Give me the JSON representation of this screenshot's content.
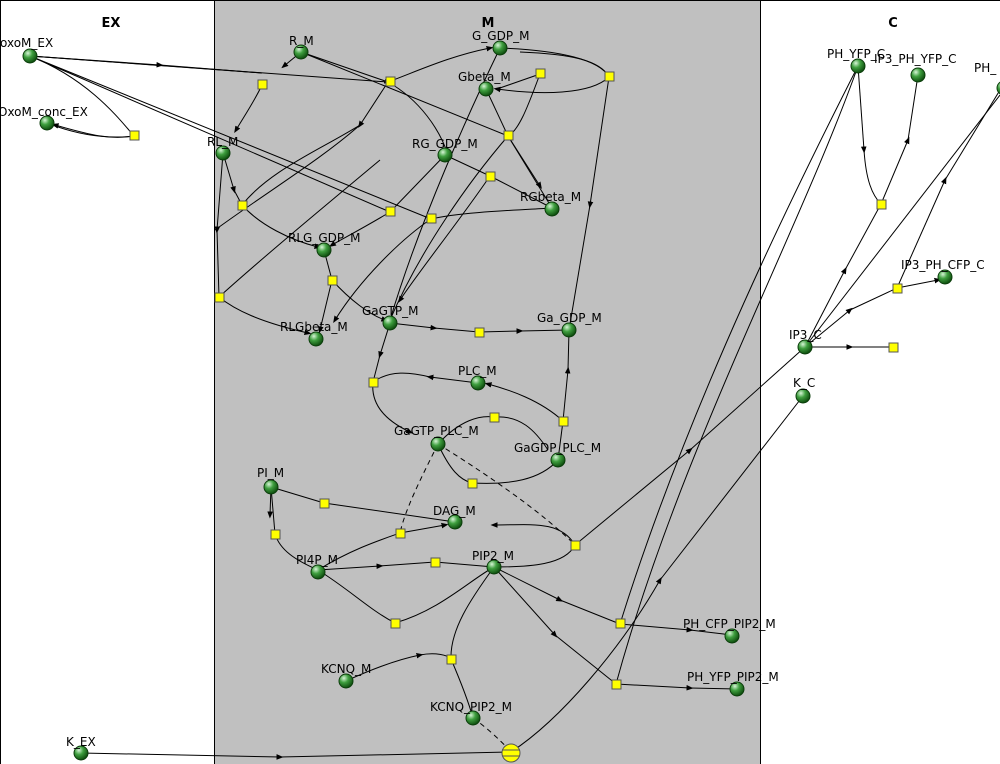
{
  "compartments": {
    "ex": "EX",
    "m": "M",
    "c": "C"
  },
  "species": {
    "oxom_ex": "oxoM_EX",
    "oxom_conc_ex": "OxoM_conc_EX",
    "k_ex": "K_EX",
    "r_m": "R_M",
    "g_gdp_m": "G_GDP_M",
    "gbeta_m": "Gbeta_M",
    "rl_m": "RL_M",
    "rg_gdp_m": "RG_GDP_M",
    "rgbeta_m": "RGbeta_M",
    "rlg_gdp_m": "RLG_GDP_M",
    "gagtp_m": "GaGTP_M",
    "rlgbeta_m": "RLGbeta_M",
    "ga_gdp_m": "Ga_GDP_M",
    "plc_m": "PLC_M",
    "gagtp_plc_m": "GaGTP_PLC_M",
    "gagdp_plc_m": "GaGDP_PLC_M",
    "pi_m": "PI_M",
    "dag_m": "DAG_M",
    "pi4p_m": "PI4P_M",
    "pip2_m": "PIP2_M",
    "kcnq_m": "KCNQ_M",
    "kcnq_pip2_m": "KCNQ_PIP2_M",
    "ph_cfp_pip2_m": "PH_CFP_PIP2_M",
    "ph_yfp_pip2_m": "PH_YFP_PIP2_M",
    "ph_yfp_c": "PH_YFP_C",
    "ip3_ph_yfp_c": "IP3_PH_YFP_C",
    "ph_c": "PH_",
    "ip3_ph_cfp_c": "IP3_PH_CFP_C",
    "ip3_c": "IP3_C",
    "k_c": "K_C"
  },
  "colors": {
    "membrane_bg": "#c0c0c0",
    "reaction_node": "#ffff00",
    "species_node": "#2e8b2e"
  },
  "icons": {
    "species": "green-sphere-icon",
    "reaction": "yellow-square-icon",
    "flux": "yellow-striped-circle-icon"
  }
}
